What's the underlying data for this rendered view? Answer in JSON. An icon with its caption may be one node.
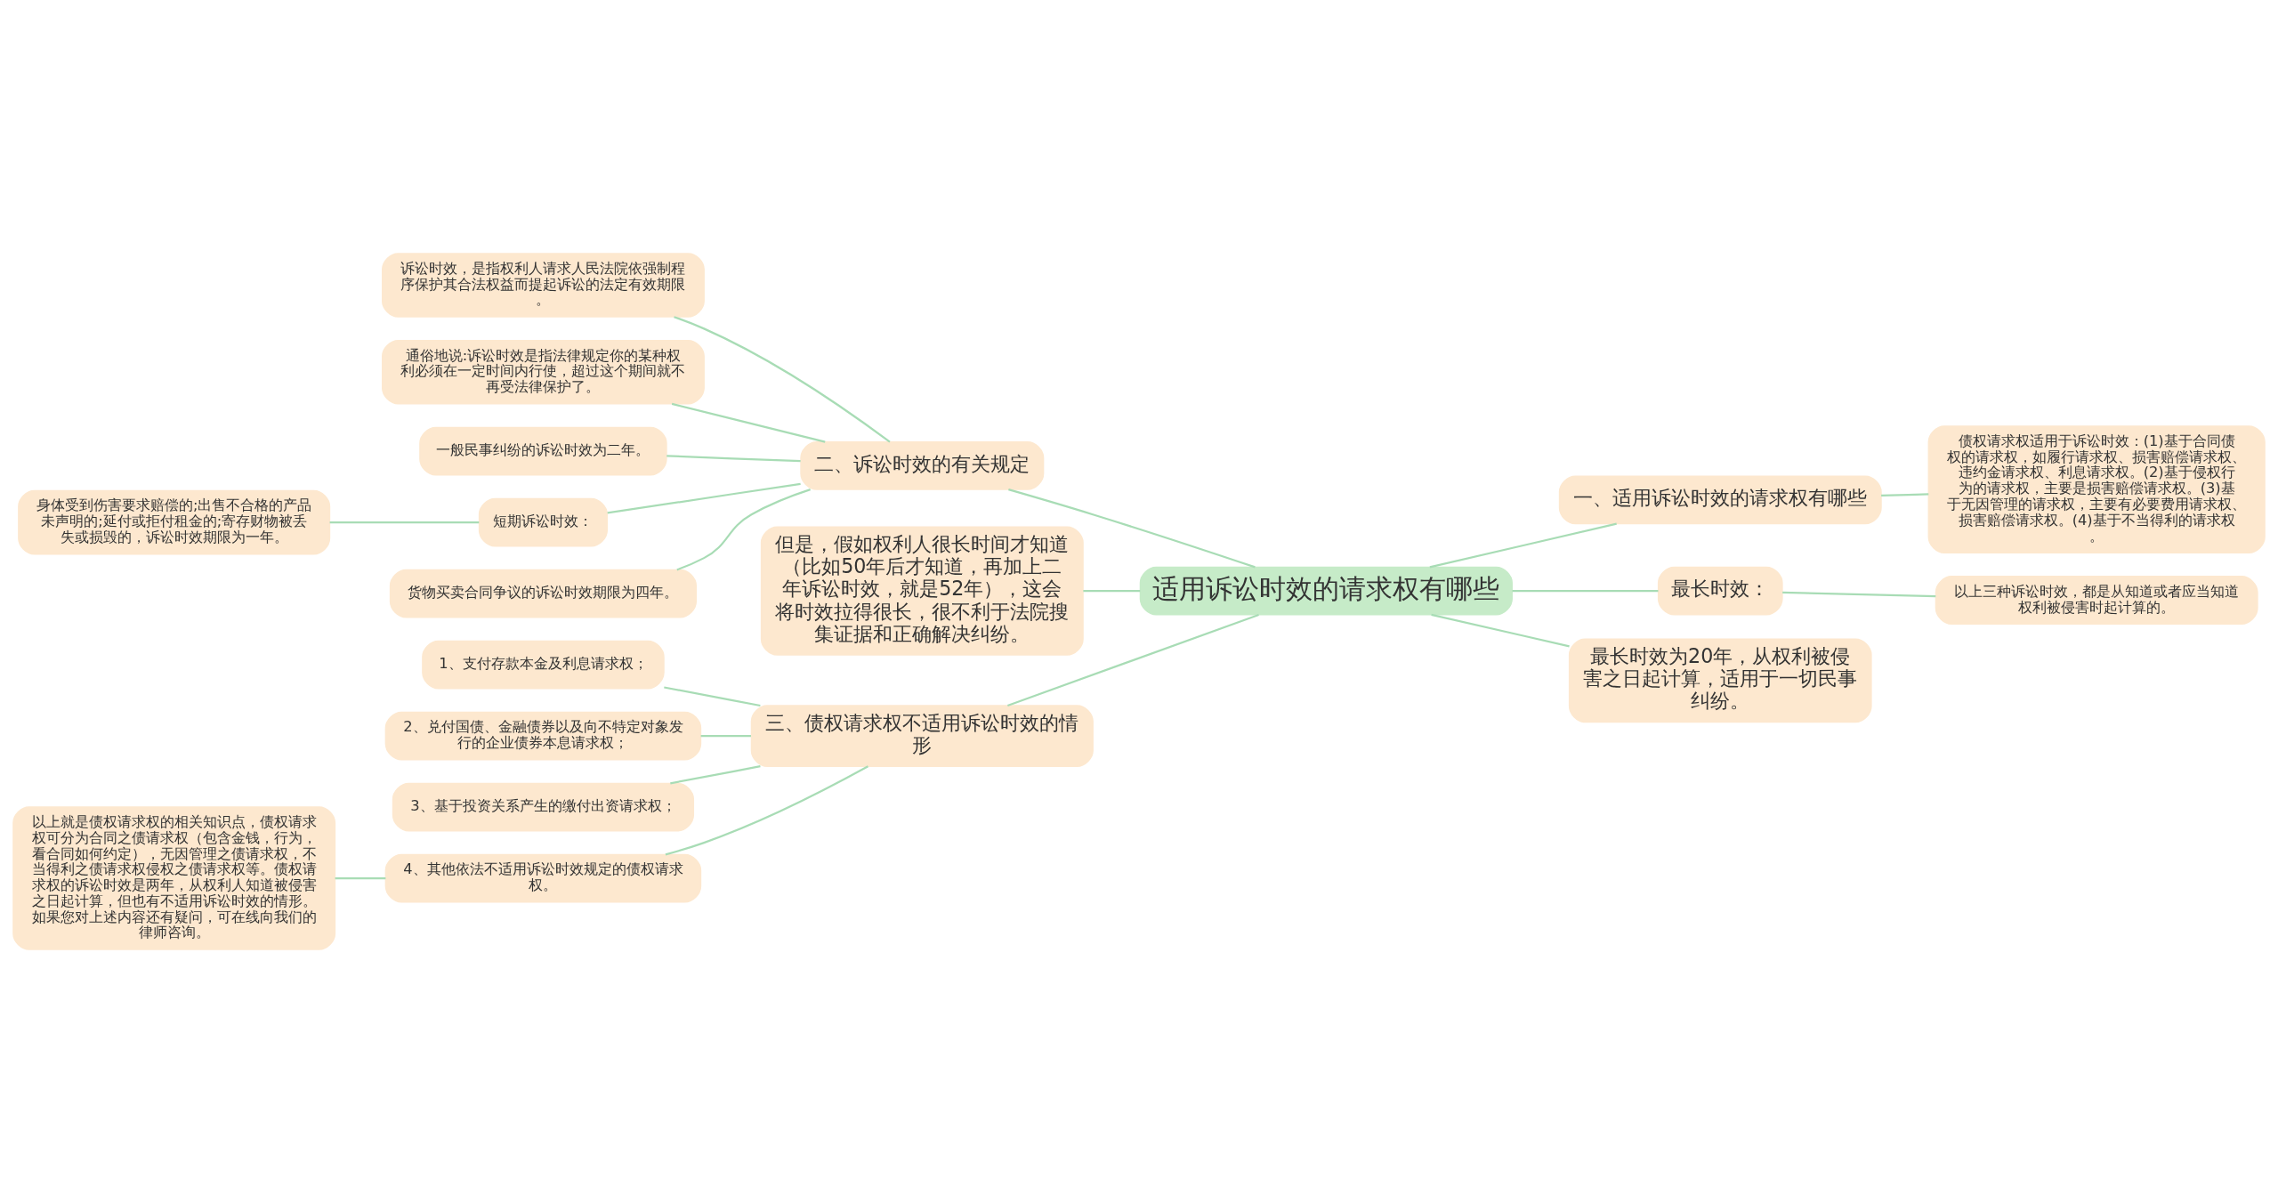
{
  "diagram": {
    "nodes": [
      {
        "text": [
          "适用诉讼时效的请求权有哪些"
        ]
      },
      {
        "text": [
          "二、诉讼时效的有关规定"
        ]
      },
      {
        "text": [
          "诉讼时效，是指权利人请求人民法院依强制程序保护其合法权益而提起诉讼的法定有效期限。"
        ]
      },
      {
        "text": [
          "通俗地说:诉讼时效是指法律规定你的某种权利必须在一定时间内行使，超过这个期间就不再受法律保护了。"
        ]
      },
      {
        "text": [
          "一般民事纠纷的诉讼时效为二年。"
        ]
      },
      {
        "text": [
          "短期诉讼时效："
        ]
      },
      {
        "text": [
          "身体受到伤害要求赔偿的;出售不合格的产品未声明的;延付或拒付租金的;寄存财物被丢失或损毁的，诉讼时效期限为一年。"
        ]
      },
      {
        "text": [
          "货物买卖合同争议的诉讼时效期限为四年。"
        ]
      },
      {
        "text": [
          "但是，假如权利人很长时间才知道（比如50年后才知道，再加上二年诉讼时效，就是52年），这会将时效拉得很长，很不利于法院搜集证据和正确解决纠纷。"
        ]
      },
      {
        "text": [
          "三、债权请求权不适用诉讼时效的情形"
        ]
      },
      {
        "text": [
          "1、支付存款本金及利息请求权；"
        ]
      },
      {
        "text": [
          "2、兑付国债、金融债券以及向不特定对象发行的企业债券本息请求权；"
        ]
      },
      {
        "text": [
          "3、基于投资关系产生的缴付出资请求权；"
        ]
      },
      {
        "text": [
          "4、其他依法不适用诉讼时效规定的债权请求权。"
        ]
      },
      {
        "text": [
          "以上就是债权请求权的相关知识点，债权请求权可分为合同之债请求权（包含金钱，行为，看合同如何约定），无因管理之债请求权，不当得利之债请求权侵权之债请求权等。债权请求权的诉讼时效是两年，从权利人知道被侵害之日起计算，但也有不适用诉讼时效的情形。如果您对上述内容还有疑问，可在线向我们的律师咨询。"
        ]
      },
      {
        "text": [
          "一、适用诉讼时效的请求权有哪些"
        ]
      },
      {
        "text": [
          "债权请求权适用于诉讼时效：(1)基于合同债权的请求权，如履行请求权、损害赔偿请求权、违约金请求权、利息请求权。(2)基于侵权行为的请求权，主要是损害赔偿请求权。(3)基于无因管理的请求权，主要有必要费用请求权、损害赔偿请求权。(4)基于不当得利的请求权。"
        ]
      },
      {
        "text": [
          "最长时效："
        ]
      },
      {
        "text": [
          "以上三种诉讼时效，都是从知道或者应当知道权利被侵害时起计算的。"
        ]
      },
      {
        "text": [
          "最长时效为20年，从权利被侵害之日起计算，适用于一切民事纠纷。"
        ]
      }
    ],
    "edges": [
      {
        "from": 0,
        "to": 1,
        "arrow": "none"
      },
      {
        "from": 1,
        "to": 2,
        "arrow": "none"
      },
      {
        "from": 1,
        "to": 3,
        "arrow": "none"
      },
      {
        "from": 1,
        "to": 4,
        "arrow": "none"
      },
      {
        "from": 1,
        "to": 5,
        "arrow": "none"
      },
      {
        "from": 5,
        "to": 6,
        "arrow": "none"
      },
      {
        "from": 1,
        "to": 7,
        "arrow": "none"
      },
      {
        "from": 0,
        "to": 8,
        "arrow": "none"
      },
      {
        "from": 0,
        "to": 9,
        "arrow": "none"
      },
      {
        "from": 9,
        "to": 10,
        "arrow": "none"
      },
      {
        "from": 9,
        "to": 11,
        "arrow": "none"
      },
      {
        "from": 9,
        "to": 12,
        "arrow": "none"
      },
      {
        "from": 9,
        "to": 13,
        "arrow": "none"
      },
      {
        "from": 13,
        "to": 14,
        "arrow": "none"
      },
      {
        "from": 0,
        "to": 15,
        "arrow": "none"
      },
      {
        "from": 15,
        "to": 16,
        "arrow": "none"
      },
      {
        "from": 0,
        "to": 17,
        "arrow": "none"
      },
      {
        "from": 17,
        "to": 18,
        "arrow": "none"
      },
      {
        "from": 0,
        "to": 19,
        "arrow": "none"
      }
    ]
  }
}
